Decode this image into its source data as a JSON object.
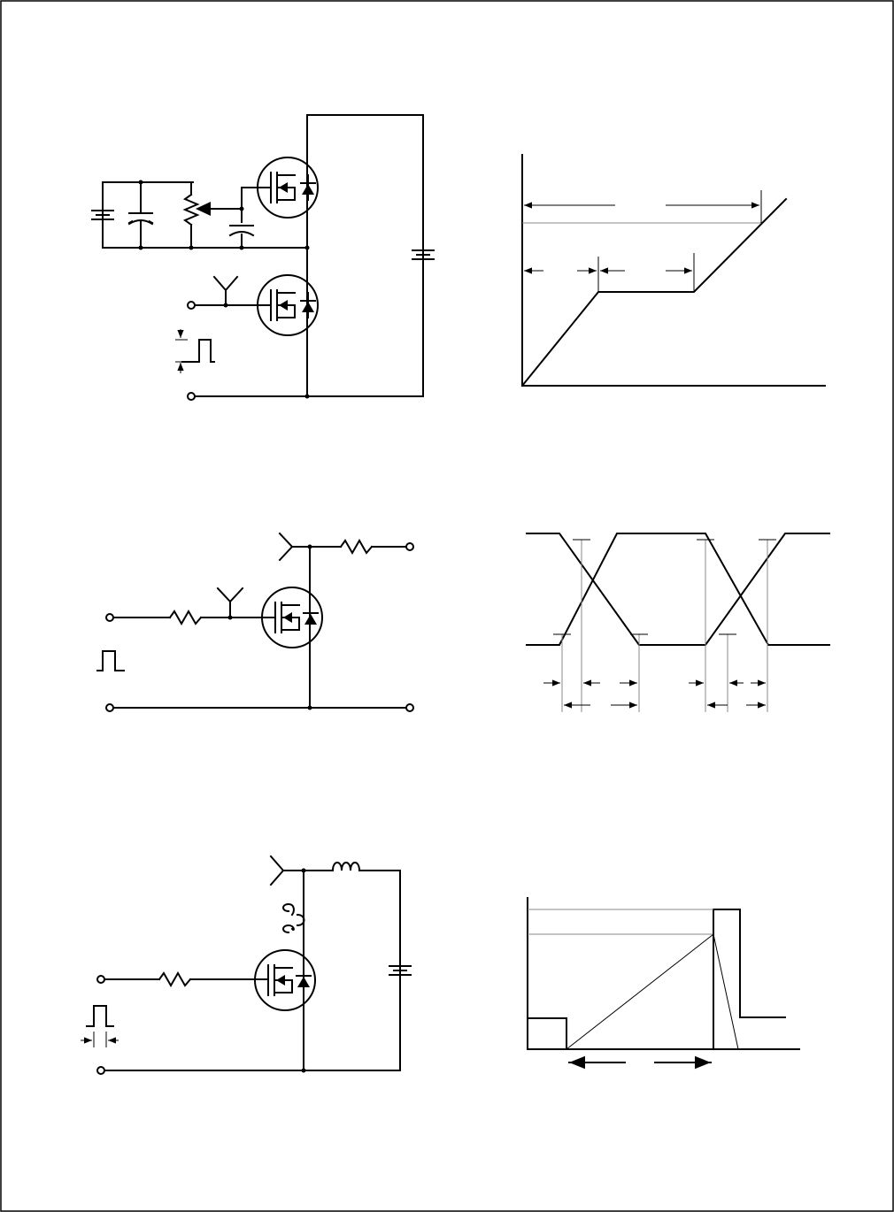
{
  "page": {
    "description_visible_text": "",
    "panels": [
      {
        "id": "gate-charge-test-circuit",
        "type": "schematic"
      },
      {
        "id": "gate-charge-waveform",
        "type": "waveform"
      },
      {
        "id": "switching-test-circuit",
        "type": "schematic"
      },
      {
        "id": "switching-waveform",
        "type": "waveform"
      },
      {
        "id": "unclamped-inductive-test-circuit",
        "type": "schematic"
      },
      {
        "id": "unclamped-inductive-waveform",
        "type": "waveform"
      }
    ]
  },
  "colors": {
    "ink": "#000000",
    "guide": "#888888",
    "paper": "#ffffff"
  }
}
